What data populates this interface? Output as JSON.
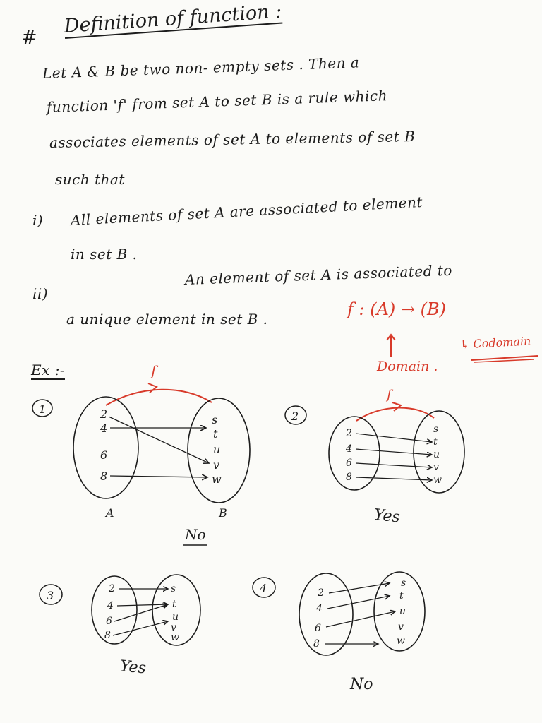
{
  "heading": {
    "marker": "#",
    "title": "Definition of function :"
  },
  "definition_lines": [
    "Let A & B be two non- empty sets . Then a",
    "function 'f' from set A to set B is a rule which",
    "associates elements of set A to elements of set B",
    "such that"
  ],
  "conditions": [
    {
      "num": "i)",
      "lines": [
        "All elements of set A are associated to element",
        "in set B ."
      ]
    },
    {
      "num": "ii)",
      "lines": [
        "An element of set A is associated to",
        "a unique element in set B ."
      ]
    }
  ],
  "notation": {
    "expression": "f : (A) → (B)",
    "domain_label": "Domain .",
    "codomain_label": "↳ Codomain"
  },
  "examples_label": "Ex :-",
  "examples": [
    {
      "num": "1",
      "set_a": [
        "2",
        "4",
        "6",
        "8"
      ],
      "set_b": [
        "s",
        "t",
        "u",
        "v",
        "w"
      ],
      "label_a": "A",
      "label_b": "B",
      "map_label": "f",
      "verdict": "No"
    },
    {
      "num": "2",
      "set_a": [
        "2",
        "4",
        "6",
        "8"
      ],
      "set_b": [
        "s",
        "t",
        "u",
        "v",
        "w"
      ],
      "map_label": "f",
      "verdict": "Yes"
    },
    {
      "num": "3",
      "set_a": [
        "2",
        "4",
        "6",
        "8"
      ],
      "set_b": [
        "s",
        "t",
        "u",
        "v",
        "w"
      ],
      "verdict": "Yes"
    },
    {
      "num": "4",
      "set_a": [
        "2",
        "4",
        "6",
        "8"
      ],
      "set_b": [
        "s",
        "t",
        "u",
        "v",
        "w"
      ],
      "verdict": "No"
    }
  ],
  "colors": {
    "ink": "#1c1c1c",
    "red_ink": "#d83a2a",
    "paper": "#fbfbf8"
  }
}
